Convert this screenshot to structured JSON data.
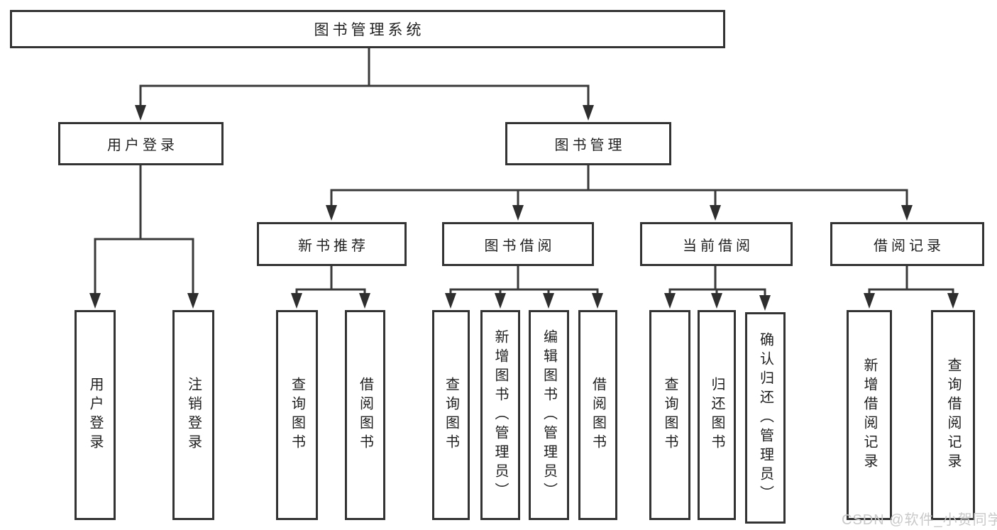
{
  "tree": {
    "root": {
      "label": "图书管理系统"
    },
    "branches": [
      {
        "label": "用户登录",
        "children": [
          {
            "label": "用户登录"
          },
          {
            "label": "注销登录"
          }
        ]
      },
      {
        "label": "图书管理",
        "children": [
          {
            "label": "新书推荐",
            "children": [
              {
                "label": "查询图书"
              },
              {
                "label": "借阅图书"
              }
            ]
          },
          {
            "label": "图书借阅",
            "children": [
              {
                "label": "查询图书"
              },
              {
                "label": "新增图书（管理员）"
              },
              {
                "label": "编辑图书（管理员）"
              },
              {
                "label": "借阅图书"
              }
            ]
          },
          {
            "label": "当前借阅",
            "children": [
              {
                "label": "查询图书"
              },
              {
                "label": "归还图书"
              },
              {
                "label": "确认归还（管理员）"
              }
            ]
          },
          {
            "label": "借阅记录",
            "children": [
              {
                "label": "新增借阅记录"
              },
              {
                "label": "查询借阅记录"
              }
            ]
          }
        ]
      }
    ]
  },
  "watermark": {
    "text": "CSDN @软件_小贺同学"
  },
  "colors": {
    "line": "#3a3a3a",
    "arrow": "#2e2e2e",
    "box_border": "#333333",
    "text": "#1f1f1f",
    "watermark": "#c9c9c9",
    "background": "#ffffff"
  }
}
